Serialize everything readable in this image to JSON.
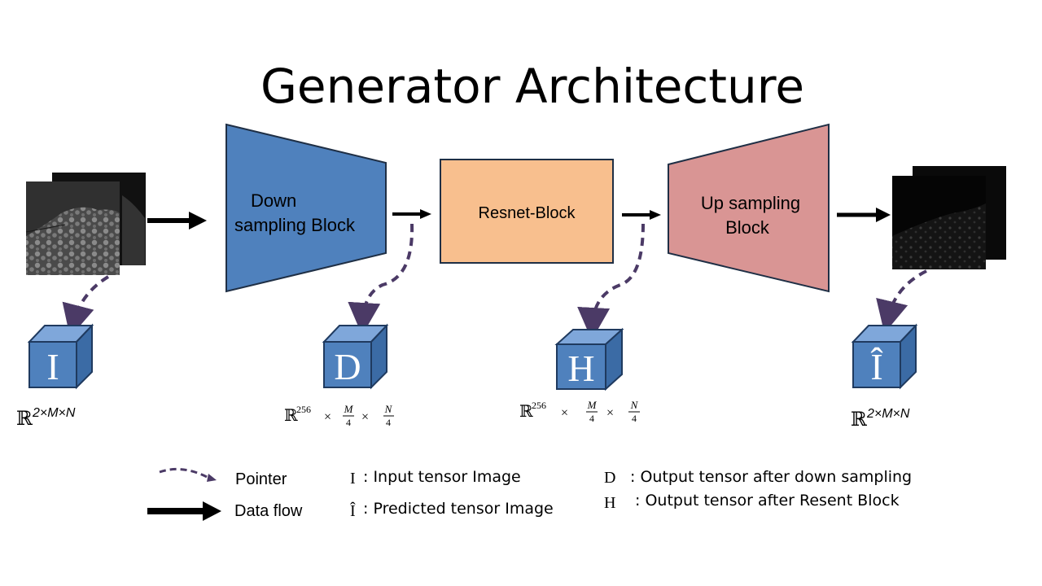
{
  "title": "Generator Architecture",
  "blocks": {
    "down_line1": "Down",
    "down_line2": "sampling Block",
    "resnet": "Resnet-Block",
    "up_line1": "Up sampling",
    "up_line2": "Block"
  },
  "cubes": {
    "input": "I",
    "down": "D",
    "resnet": "H",
    "predicted": "Î"
  },
  "dims": {
    "input": {
      "base": "ℝ",
      "sup": "2×M×N"
    },
    "down": {
      "base": "ℝ",
      "sup": "256",
      "times": "×",
      "m_num": "M",
      "m_den": "4",
      "n_num": "N",
      "n_den": "4"
    },
    "resnet": {
      "base": "ℝ",
      "sup": "256",
      "times": "×",
      "m_num": "M",
      "m_den": "4",
      "n_num": "N",
      "n_den": "4"
    },
    "predicted": {
      "base": "ℝ",
      "sup": "2×M×N"
    }
  },
  "legend": {
    "pointer": "Pointer",
    "data_flow": "Data flow",
    "input_symbol": "I",
    "input_desc": ": Input tensor Image",
    "pred_symbol": "Î",
    "pred_desc": ": Predicted tensor Image",
    "down_symbol": "D",
    "down_desc": ": Output tensor after down sampling",
    "h_symbol": "H",
    "h_desc": ": Output tensor after Resent Block"
  },
  "colors": {
    "down_block": "#4F81BD",
    "resnet_block": "#F8BF8E",
    "up_block": "#D99594",
    "cube": "#4F81BD",
    "pointer": "#4B3A66",
    "arrow": "#000000"
  }
}
